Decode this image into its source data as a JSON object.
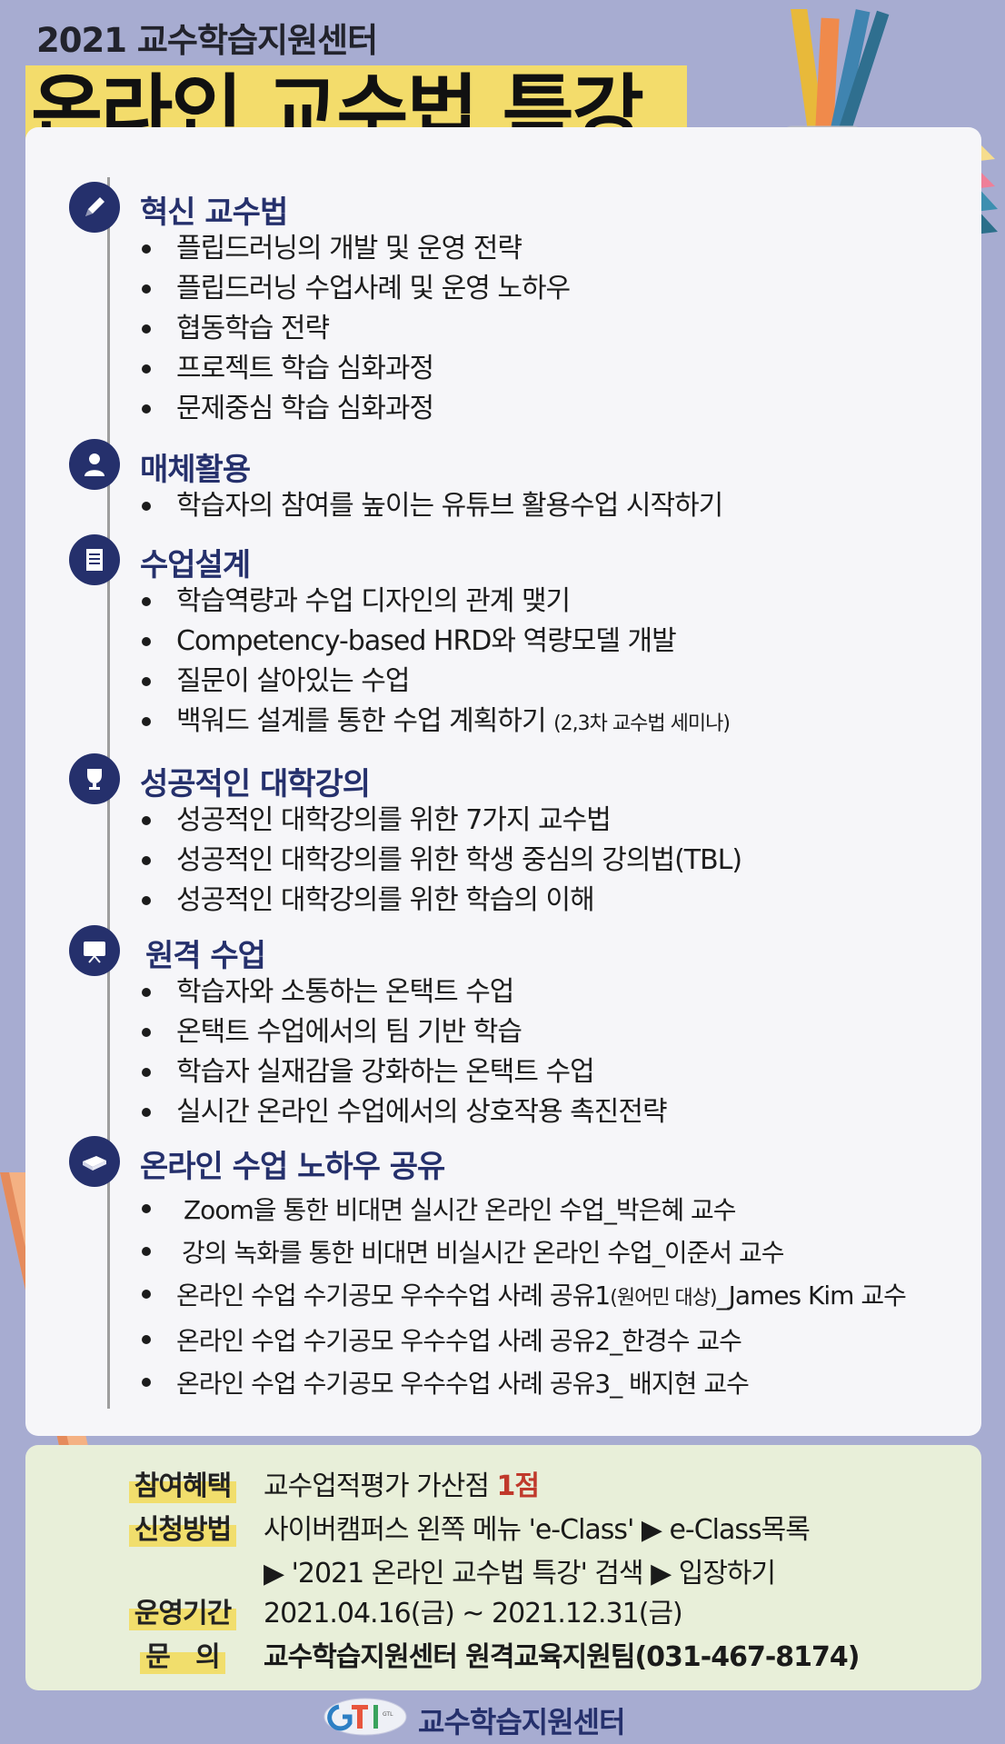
{
  "header": {
    "subtitle": "2021 교수학습지원센터",
    "title": "온라인 교수법 특강"
  },
  "sections": [
    {
      "title": "혁신 교수법",
      "icon": "pencil-icon",
      "items": [
        "플립드러닝의 개발 및 운영 전략",
        "플립드러닝 수업사례 및 운영 노하우",
        "협동학습 전략",
        "프로젝트 학습 심화과정",
        "문제중심 학습 심화과정"
      ]
    },
    {
      "title": "매체활용",
      "icon": "person-icon",
      "items": [
        "학습자의 참여를 높이는 유튜브 활용수업 시작하기"
      ]
    },
    {
      "title": "수업설계",
      "icon": "document-icon",
      "items": [
        "학습역량과 수업 디자인의 관계 맺기",
        "Competency-based HRD와 역량모델 개발",
        "질문이 살아있는 수업",
        "백워드 설계를 통한 수업 계획하기"
      ],
      "note": "(2,3차 교수법 세미나)"
    },
    {
      "title": "성공적인 대학강의",
      "icon": "trophy-icon",
      "items": [
        "성공적인 대학강의를 위한 7가지 교수법",
        "성공적인 대학강의를 위한 학생 중심의 강의법(TBL)",
        "성공적인 대학강의를 위한 학습의 이해"
      ]
    },
    {
      "title": "원격 수업",
      "icon": "presentation-board-icon",
      "items": [
        "학습자와 소통하는 온택트 수업",
        "온택트 수업에서의 팀 기반 학습",
        "학습자 실재감을 강화하는 온택트 수업",
        "실시간 온라인 수업에서의 상호작용 촉진전략"
      ]
    },
    {
      "title": "온라인 수업 노하우 공유",
      "icon": "book-icon",
      "items": [
        "Zoom을 통한 비대면 실시간 온라인 수업_박은혜 교수",
        "강의 녹화를 통한 비대면 비실시간 온라인 수업_이준서 교수",
        "온라인 수업 수기공모 우수수업 사례 공유1",
        "온라인 수업 수기공모 우수수업 사례 공유2_한경수 교수",
        "온라인 수업 수기공모 우수수업 사례 공유3_ 배지현 교수"
      ],
      "item3_mid": "(원어민 대상)",
      "item3_tail": "_James Kim 교수"
    }
  ],
  "info": {
    "benefit_label": "참여혜택",
    "benefit_text": "교수업적평가 가산점 ",
    "benefit_point": "1점",
    "apply_label": "신청방법",
    "apply_line1": "사이버캠퍼스 왼쪽 메뉴 'e-Class' ▶ e-Class목록",
    "apply_line2": "▶ '2021 온라인 교수법 특강' 검색 ▶ 입장하기",
    "period_label": "운영기간",
    "period_text": "2021.04.16(금) ~ 2021.12.31(금)",
    "contact_label": "문   의",
    "contact_text": "교수학습지원센터 원격교육지원팀(031-467-8174)"
  },
  "footer": {
    "logo_text": "GTL",
    "center_name": "교수학습지원센터"
  },
  "colors": {
    "background": "#a7acd1",
    "navy": "#25306c",
    "title_highlight": "#f3dc6b",
    "info_bg": "#e8efd9",
    "accent_red": "#c0392b"
  }
}
